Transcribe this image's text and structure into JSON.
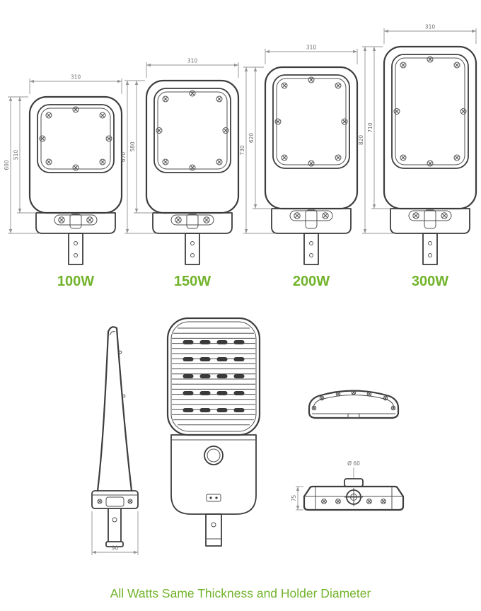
{
  "caption": "All Watts Same Thickness and Holder Diameter",
  "colors": {
    "line": "#3d3d3d",
    "dimension": "#949494",
    "accent_green": "#72b32c"
  },
  "lamps": [
    {
      "watt": "100W",
      "width_dim": "310",
      "total_height_dim": "600",
      "body_height_dim": "510"
    },
    {
      "watt": "150W",
      "width_dim": "310",
      "total_height_dim": "670",
      "body_height_dim": "580"
    },
    {
      "watt": "200W",
      "width_dim": "310",
      "total_height_dim": "730",
      "body_height_dim": "620"
    },
    {
      "watt": "300W",
      "width_dim": "310",
      "total_height_dim": "820",
      "body_height_dim": "710"
    }
  ],
  "side_view": {
    "depth_dim": "90"
  },
  "bottom_view": {
    "holder_diameter_dim": "Ø 60",
    "thickness_dim": "75"
  }
}
